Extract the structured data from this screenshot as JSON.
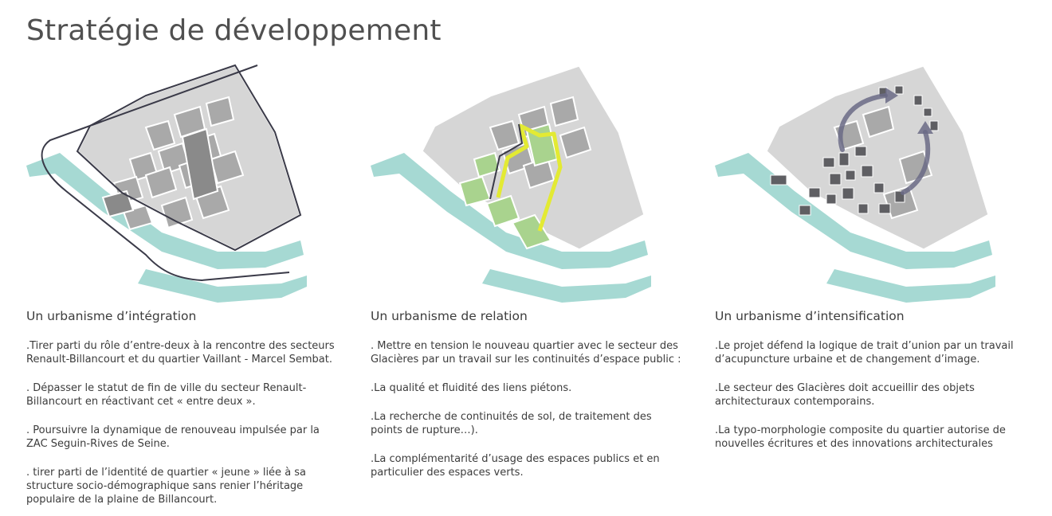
{
  "title": "Stratégie de développement",
  "colors": {
    "water": "#a6d9d3",
    "block_light": "#d6d6d6",
    "block_mid": "#a9a9a9",
    "block_dark": "#5f5f63",
    "green": "#a9d38e",
    "path_yellow": "#e3ea33",
    "outline": "#3a3a48"
  },
  "columns": [
    {
      "heading": "Un urbanisme d’intégration",
      "paragraphs": [
        ".Tirer parti du rôle d’entre-deux à la rencontre des secteurs Renault-Billancourt et du quartier Vaillant - Marcel Sembat.",
        ". Dépasser le statut de fin de ville du secteur Renault-Billancourt en réactivant cet « entre deux ».",
        ". Poursuivre la dynamique de renouveau impulsée par la ZAC Seguin-Rives de Seine.",
        ". tirer parti de l’identité de quartier « jeune » liée à sa structure socio-démographique sans renier l’héritage populaire de la plaine de Billancourt."
      ]
    },
    {
      "heading": "Un urbanisme de relation",
      "paragraphs": [
        ". Mettre en tension le nouveau quartier avec le secteur des Glacières par un travail sur les continuités d’espace public :",
        ".La qualité et fluidité des liens piétons.",
        ".La recherche de continuités de sol, de traitement des points de rupture…).",
        ".La complémentarité d’usage des espaces publics et en particulier des espaces verts."
      ]
    },
    {
      "heading": "Un urbanisme d’intensification",
      "paragraphs": [
        ".Le projet défend la logique de trait d’union par un travail d’acupuncture urbaine et de changement d’image.",
        ".Le secteur des Glacières doit accueillir des objets architecturaux contemporains.",
        ".La typo-morphologie composite du quartier autorise de nouvelles écritures et des innovations architecturales"
      ]
    }
  ]
}
